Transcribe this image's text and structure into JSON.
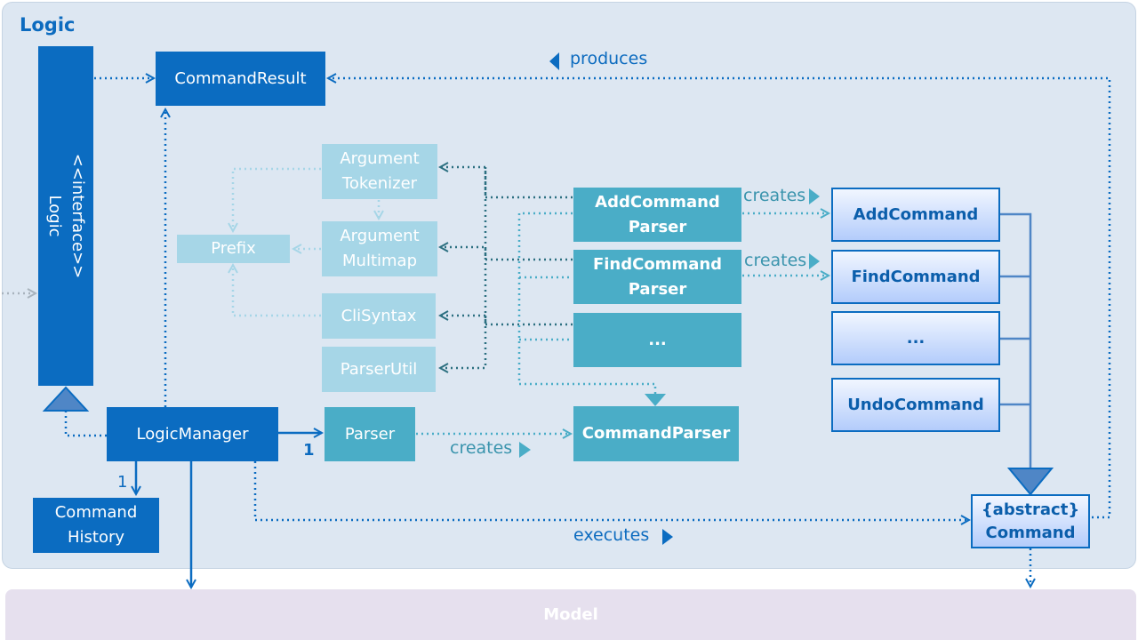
{
  "diagram": {
    "frame_title": "Logic",
    "model_label": "Model",
    "interface": {
      "stereotype": "<<interface>>",
      "name": "Logic"
    },
    "classes": {
      "command_result": "CommandResult",
      "logic_manager": "LogicManager",
      "command_history": "Command\nHistory",
      "parser": "Parser",
      "command_parser": "CommandParser",
      "argument_tokenizer": "Argument\nTokenizer",
      "argument_multimap": "Argument\nMultimap",
      "prefix": "Prefix",
      "cli_syntax": "CliSyntax",
      "parser_util": "ParserUtil",
      "add_command_parser": "AddCommand\nParser",
      "find_command_parser": "FindCommand\nParser",
      "more_parsers": "...",
      "add_command": "AddCommand",
      "find_command": "FindCommand",
      "more_commands": "...",
      "undo_command": "UndoCommand",
      "abstract_command": "{abstract}\nCommand"
    },
    "labels": {
      "produces": "produces",
      "creates_add": "creates",
      "creates_find": "creates",
      "creates_parser": "creates",
      "executes": "executes"
    },
    "multiplicities": {
      "history": "1",
      "parser": "1"
    },
    "colors": {
      "dark_blue": "#0b6cc1",
      "teal": "#4aadc7",
      "light_teal": "#a6d6e7",
      "frame_bg": "#dde7f2"
    }
  }
}
